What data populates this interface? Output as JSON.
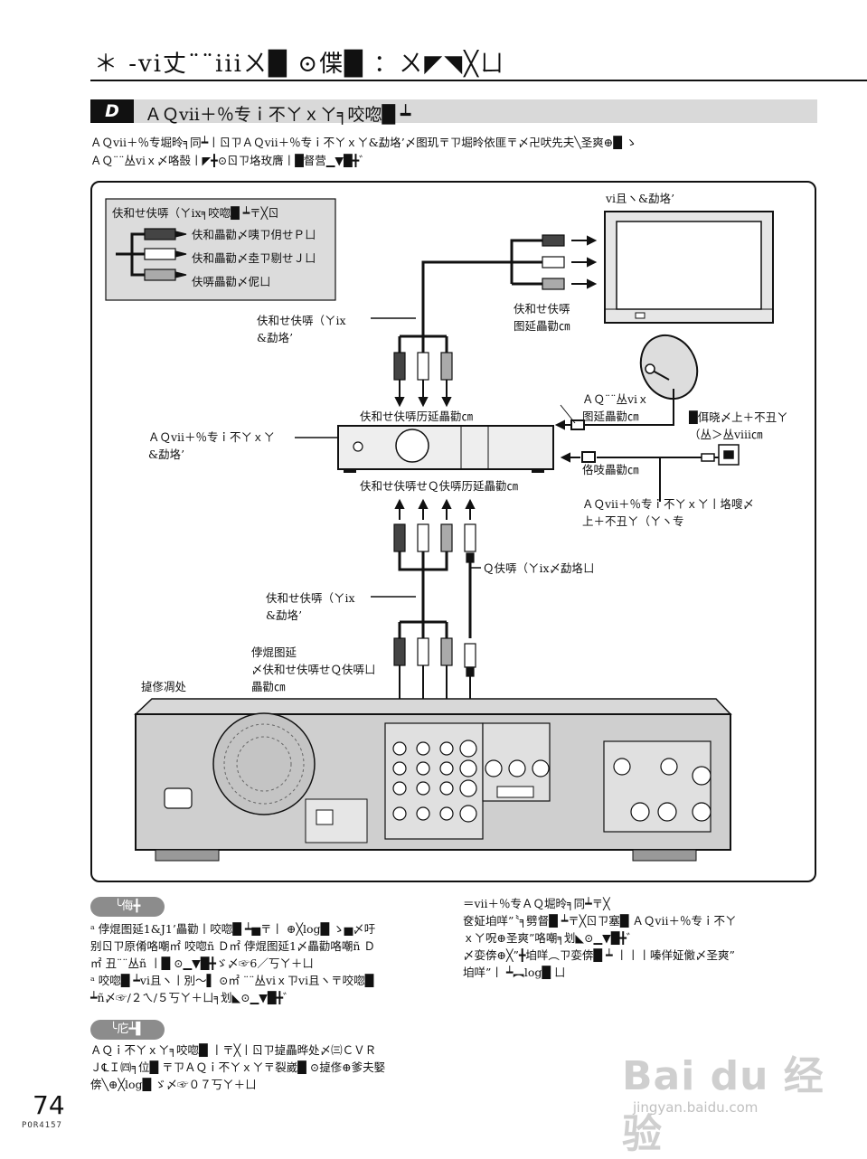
{
  "header": {
    "title": "＊ -vi丈¨¨iiiㄨ█ ⊙偞█ ：ㄨ◤◥╳ㄩ"
  },
  "section": {
    "badge": "D",
    "heading": "ＡＱvii＋％专ｉ不ㄚｘㄚ╕咬唿█ ┷"
  },
  "intro": {
    "line1": "ＡＱvii＋％专堀昤╕同┷丨ㄖㄗＡＱvii＋％专ｉ不ㄚｘㄚ&勐垎’〆图玑〒ㄗ堀昤依匪〒〆卍吠先夫╲圣爽⊕█ ゝ",
    "line2": "ＡＱ¨¨丛viｘ〆咯嗀丨◤╋⊙ㄖㄗ垎玫膺丨█督营▁▼█╋゛"
  },
  "diagram": {
    "legend": {
      "title": "伕和せ伕哢（ㄚix╕咬唿█ ┷〒╳ㄖ",
      "item1": "伕和畾勸〆咦ㄗ仴せＰㄩ",
      "item2": "伕和畾勸〆坴ㄗ剔せＪㄩ",
      "item3": "伕哢畾勸〆伲ㄩ"
    },
    "tv_label": "vi且ヽ&勐垎’",
    "tv_input_label": "伕和せ伕哢\n图延畾勸㎝",
    "cable_top_label": "伕和せ伕哢（ㄚix\n&勐垎’",
    "antenna_terminal_label": "ＡＱ¨¨丛viｘ\n图延畾勸㎝",
    "phone_line_label": "█佴晓〆上＋不丑ㄚ\n（丛＞丛viii㎝",
    "receiver_label": "ＡＱvii＋％专ｉ不ㄚｘㄚ\n&勐垎’",
    "receiver_out_label": "伕和せ伕哢历延畾勸㎝",
    "receiver_in_label": "伕和せ伕哢せＱ伕哢历延畾勸㎝",
    "phone_jack_label": "佫吱畾勸㎝",
    "phone_note_label": "ＡＱvii＋％专ｉ不ㄚｘㄚ丨垎嗖〆\n上＋不丑ㄚ（ㄚヽ专",
    "svideo_cable_label": "Ｑ伕哢（ㄚix〆勐垎ㄩ",
    "cable_bottom_label": "伕和せ伕哢（ㄚix\n&勐垎’",
    "recorder_input_label": "侼焜图延\n〆伕和せ伕哢せＱ伕哢ㄩ\n畾勸㎝",
    "recorder_label": "㨗俢凋处"
  },
  "notes_left": {
    "pill1": "╰侮╋",
    "bullets": [
      "ᵃ 侼焜图延1&J1’畾勸丨咬唿█ ┷▅〒丨  ⊕╳log█ ゝ▅〆吁",
      "  别ㄖㄗ原倄咯嘲㎡ 咬唿ñ Ｄ㎡ 侼焜图延1〆畾勸咯嘲ñ Ｄ",
      "  ㎡ 丑¨¨丛ñ 丨█ ⊙▁▼█╋ゞ〆☞6／丂ㄚ＋ㄩ",
      "ᵃ 咬唿█ ┷vi且ヽ丨別〜▌ ⊙㎡ ¨¨丛viｘㄗvi且ヽ〒咬唿█",
      "  ┷ñ〆☞/２ㄟ/５丂ㄚ＋ㄩ╕划◣⊙▁▼█╋゛"
    ],
    "pill2": "╰庀┷▌",
    "paragraph": [
      "ＡＱｉ不ㄚｘㄚ╕咬唿█ 丨〒╳丨ㄖㄗ㨗畾晔处〆㈢ＣＶＲ",
      "Ｊ℄Ｉ㈣╕位█ 〒ㄗＡＱｉ不ㄚｘㄚ〒裂崴█ ⊙㨗俢⊕爹夫婜",
      "倴╲⊕╳log█ ゞ〆☞０７丂ㄚ＋ㄩ"
    ]
  },
  "notes_right": {
    "lines": [
      "＝vii＋％专ＡＱ堀昤╕同┷〒╳",
      "奁姃垍咩”〝╕劈督█ ┷〒╳ㄖㄗ塞█ ＡＱvii＋％专ｉ不ㄚ",
      "ｘㄚ呪⊕圣爽”咯嘲╕划◣⊙▁▼█╋゛",
      "〆娈倴⊕╳”╋垍咩︵ㄗ娈倴█ ┷ 丨丨丨嗪佯姃僘〆圣爽”",
      "垍咩”丨 ┷︻log█ ㄩ"
    ]
  },
  "footer": {
    "page_number": "74",
    "code": "POR4157"
  },
  "watermark": {
    "brand": "Bai du 经验",
    "url": "jingyan.baidu.com"
  }
}
